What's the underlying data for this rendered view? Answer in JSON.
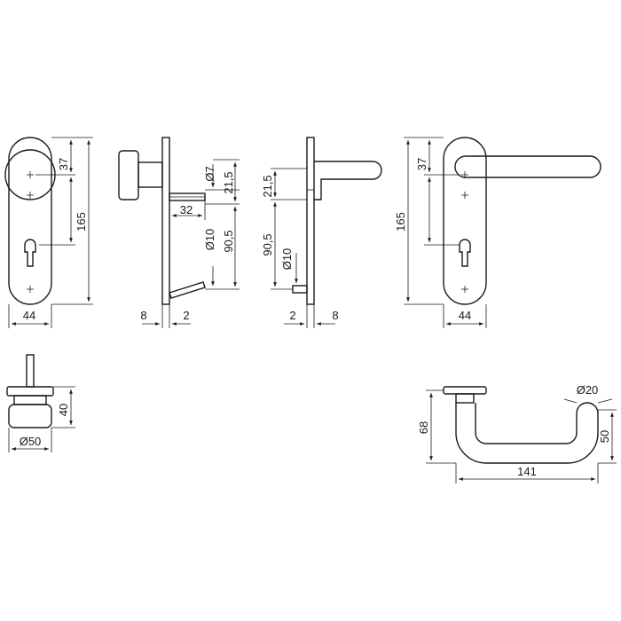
{
  "dimensions": {
    "front_knob_height_top": "37",
    "front_knob_height_total": "165",
    "front_knob_width": "44",
    "side_knob_dia_pin": "Ø7",
    "side_knob_offset": "21,5",
    "side_knob_projection": "32",
    "side_knob_dia_screw": "Ø10",
    "side_knob_distance": "90,5",
    "side_knob_plate": "8",
    "side_knob_gap": "2",
    "side_lever_offset": "21,5",
    "side_lever_distance": "90,5",
    "side_lever_dia_screw": "Ø10",
    "side_lever_gap": "2",
    "side_lever_plate": "8",
    "front_lever_height_top": "37",
    "front_lever_height_total": "165",
    "front_lever_width": "44",
    "knob_height": "40",
    "knob_diameter": "Ø50",
    "lever_height": "68",
    "lever_dia": "Ø20",
    "lever_drop": "50",
    "lever_length": "141"
  }
}
